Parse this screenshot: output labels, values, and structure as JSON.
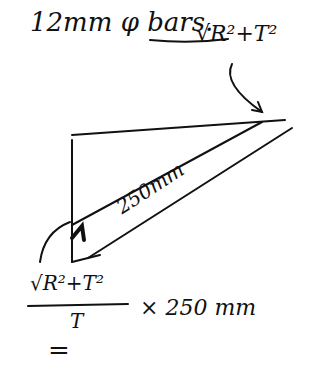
{
  "diagram": {
    "labels": [
      "12mm φ bars.",
      "√R²+T²",
      "250mm",
      "√R²+T²",
      "T",
      "× 250 mm",
      "="
    ]
  }
}
